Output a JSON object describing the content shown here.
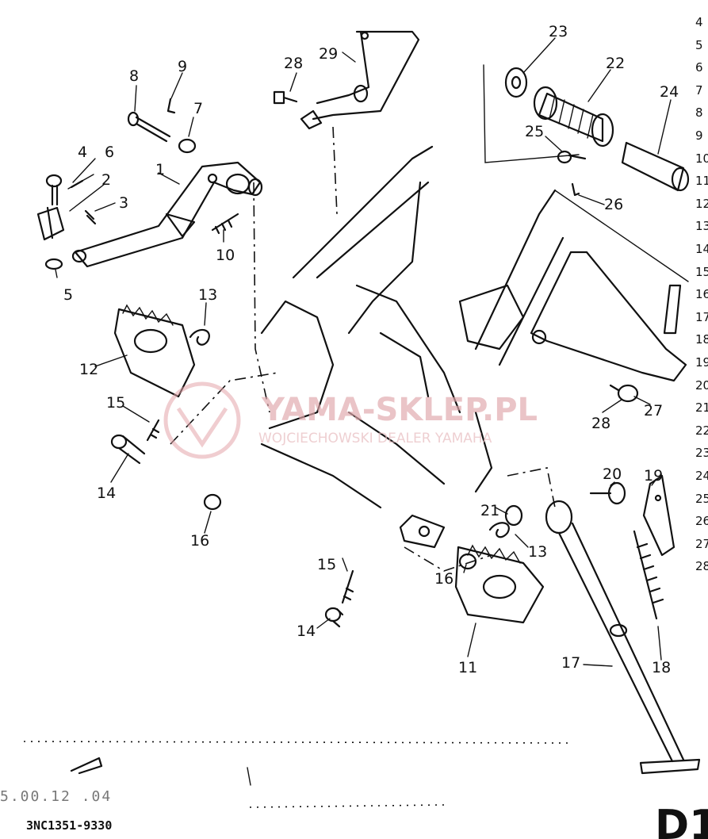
{
  "parts": {
    "p1": "1",
    "p2": "2",
    "p3": "3",
    "p4": "4",
    "p5": "5",
    "p6": "6",
    "p7": "7",
    "p8": "8",
    "p9": "9",
    "p10": "10",
    "p11": "11",
    "p12": "12",
    "p13a": "13",
    "p13b": "13",
    "p14a": "14",
    "p14b": "14",
    "p15a": "15",
    "p15b": "15",
    "p16a": "16",
    "p16b": "16",
    "p17": "17",
    "p18": "18",
    "p19": "19",
    "p20": "20",
    "p21": "21",
    "p22": "22",
    "p23": "23",
    "p24": "24",
    "p25": "25",
    "p26": "26",
    "p27": "27",
    "p28a": "28",
    "p28b": "28",
    "p29": "29"
  },
  "right_index": [
    "4",
    "5",
    "6",
    "7",
    "8",
    "9",
    "10",
    "11",
    "12",
    "13",
    "14",
    "15",
    "16",
    "17",
    "18",
    "19",
    "20",
    "21",
    "22",
    "23",
    "24",
    "25",
    "26",
    "27",
    "28"
  ],
  "watermark": {
    "title": "YAMA-SKLEP.PL",
    "subtitle": "WOJCIECHOWSKI DEALER YAMAHA"
  },
  "footer": {
    "catalog_code": "3NC1351-9330",
    "faded_code": "5.00.12 .04",
    "page_mark": "D1"
  }
}
